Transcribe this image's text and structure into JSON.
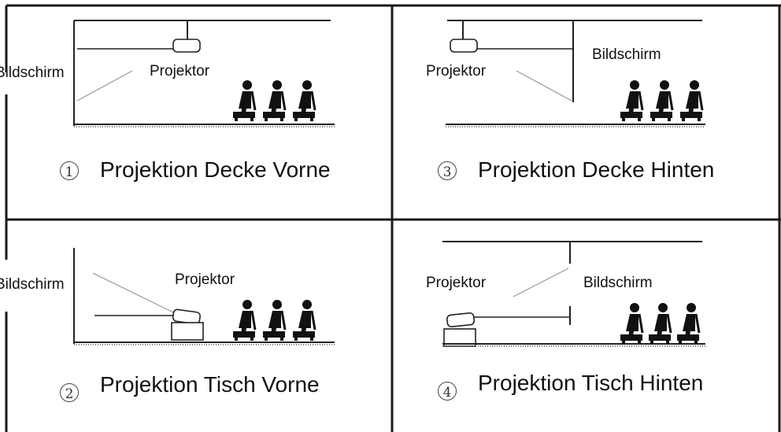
{
  "panels": {
    "p1": {
      "number": "1",
      "title": "Projektion Decke Vorne",
      "screen_label": "Bildschirm",
      "projector_label": "Projektor"
    },
    "p2": {
      "number": "2",
      "title": "Projektion Tisch Vorne",
      "screen_label": "Bildschirm",
      "projector_label": "Projektor"
    },
    "p3": {
      "number": "3",
      "title": "Projektion Decke Hinten",
      "screen_label": "Bildschirm",
      "projector_label": "Projektor"
    },
    "p4": {
      "number": "4",
      "title": "Projektion Tisch Hinten",
      "screen_label": "Bildschirm",
      "projector_label": "Projektor"
    }
  },
  "colors": {
    "line": "#222222",
    "floor": "#555555",
    "border": "#1a1a1a"
  }
}
